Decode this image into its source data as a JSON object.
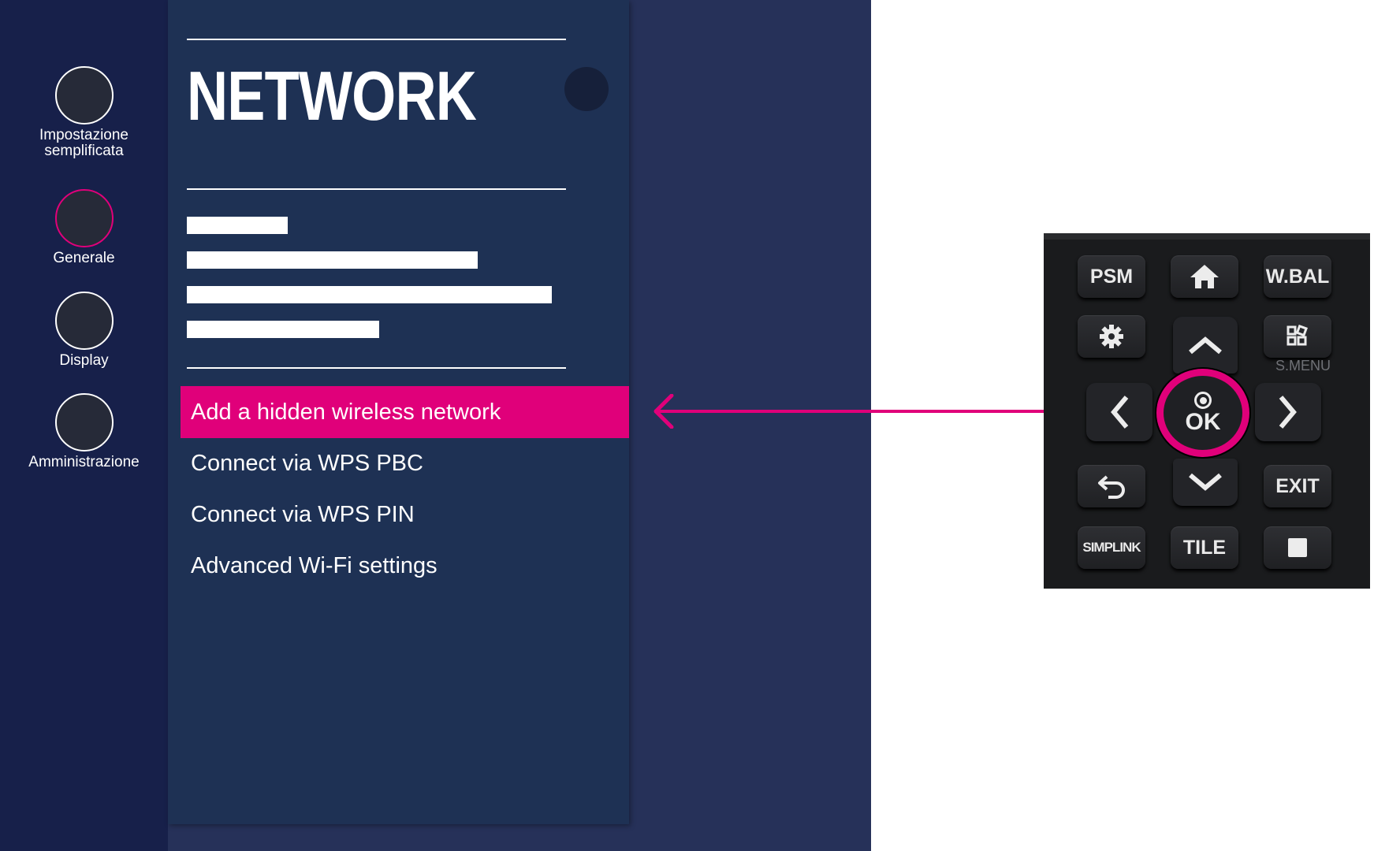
{
  "sidebar": {
    "items": [
      {
        "label": "Impostazione semplificata",
        "active": false
      },
      {
        "label": "Generale",
        "active": true
      },
      {
        "label": "Display",
        "active": false
      },
      {
        "label": "Amministrazione",
        "active": false
      }
    ]
  },
  "panel": {
    "title": "NETWORK",
    "menu": [
      {
        "label": "Add a hidden wireless network",
        "selected": true
      },
      {
        "label": "Connect via WPS PBC",
        "selected": false
      },
      {
        "label": "Connect via WPS PIN",
        "selected": false
      },
      {
        "label": "Advanced Wi-Fi settings",
        "selected": false
      }
    ]
  },
  "remote": {
    "psm": "PSM",
    "wbal": "W.BAL",
    "smenu": "S.MENU",
    "ok": "OK",
    "exit": "EXIT",
    "simplink": "SIMPLINK",
    "tile": "TILE",
    "icons": [
      "home-icon",
      "gear-icon",
      "smenu-icon",
      "up-arrow-icon",
      "left-arrow-icon",
      "right-arrow-icon",
      "down-arrow-icon",
      "back-icon",
      "stop-icon"
    ]
  },
  "colors": {
    "accent": "#e0007a",
    "screen_bg": "#263159",
    "sidebar_bg": "#17204a",
    "panel_bg": "#1e3154"
  }
}
